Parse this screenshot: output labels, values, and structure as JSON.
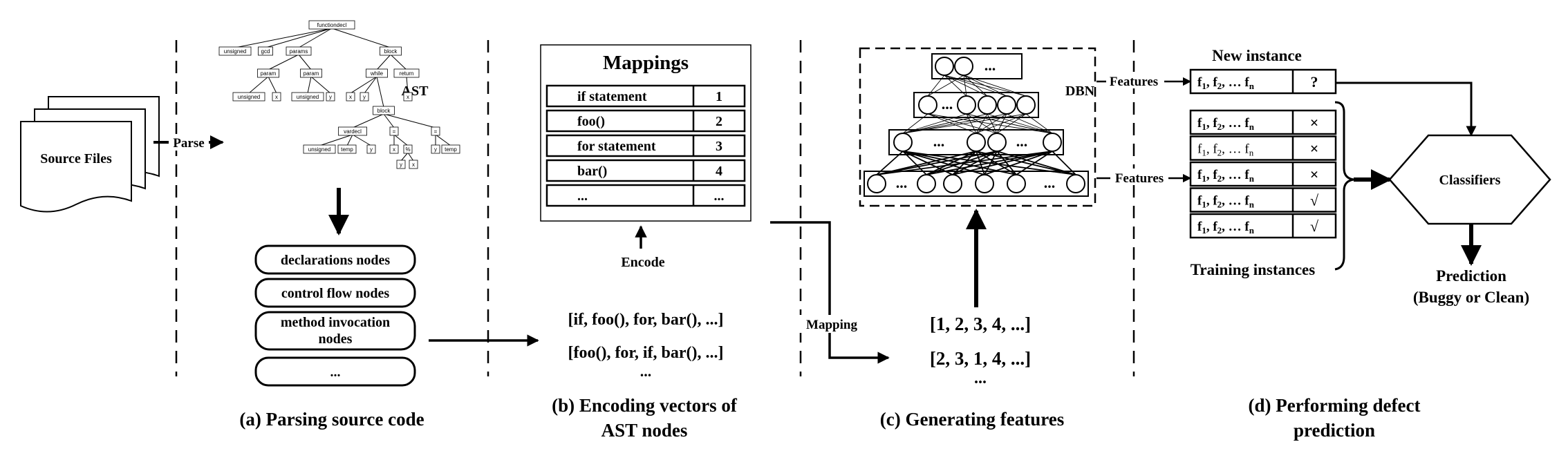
{
  "source": {
    "label": "Source Files",
    "parse_label": "Parse"
  },
  "ast": {
    "title": "AST",
    "nodes": [
      "functiondecl",
      "unsigned",
      "gcd",
      "params",
      "block",
      "param",
      "param",
      "unsigned",
      "x",
      "unsigned",
      "y",
      "while",
      "return",
      "x",
      "y",
      "x",
      "block",
      "vardecl",
      "=",
      "=",
      "unsigned",
      "temp",
      "y",
      "x",
      "%",
      "y",
      "temp",
      "y",
      "x"
    ]
  },
  "node_types": [
    "declarations nodes",
    "control flow nodes",
    "method invocation nodes",
    "..."
  ],
  "mappings": {
    "title": "Mappings",
    "rows": [
      {
        "token": "if statement",
        "id": "1"
      },
      {
        "token": "foo()",
        "id": "2"
      },
      {
        "token": "for statement",
        "id": "3"
      },
      {
        "token": "bar()",
        "id": "4"
      },
      {
        "token": "...",
        "id": "..."
      }
    ]
  },
  "encode_label": "Encode",
  "token_vectors": [
    "[if, foo(), for, bar(), ...]",
    "[foo(), for, if, bar(), ...]",
    "..."
  ],
  "mapping_label": "Mapping",
  "int_vectors": [
    "[1, 2, 3, 4, ...]",
    "[2, 3, 1, 4, ...]",
    "..."
  ],
  "dbn": {
    "label": "DBN",
    "layer_dots": [
      "...",
      "...",
      "...",
      "...",
      "...",
      "..."
    ]
  },
  "features_label": "Features",
  "new_instance": {
    "title": "New instance",
    "features": "f",
    "label": "?"
  },
  "training": {
    "title": "Training instances",
    "rows": [
      {
        "features": "f",
        "label": "×"
      },
      {
        "features": "f",
        "label": "×"
      },
      {
        "features": "f",
        "label": "×"
      },
      {
        "features": "f",
        "label": "√"
      },
      {
        "features": "f",
        "label": "√"
      }
    ]
  },
  "feature_text": {
    "f": "f",
    "s1": "1",
    "s2": "2",
    "sep1": ", ",
    "sep2": ", … ",
    "sn": "n"
  },
  "classifiers": "Classifiers",
  "prediction": {
    "line1": "Prediction",
    "line2": "(Buggy or Clean)"
  },
  "captions": {
    "a": [
      "(a) Parsing source code"
    ],
    "b": [
      "(b) Encoding vectors of",
      "AST nodes"
    ],
    "c": [
      "(c) Generating features"
    ],
    "d": [
      "(d) Performing defect",
      "prediction"
    ]
  }
}
